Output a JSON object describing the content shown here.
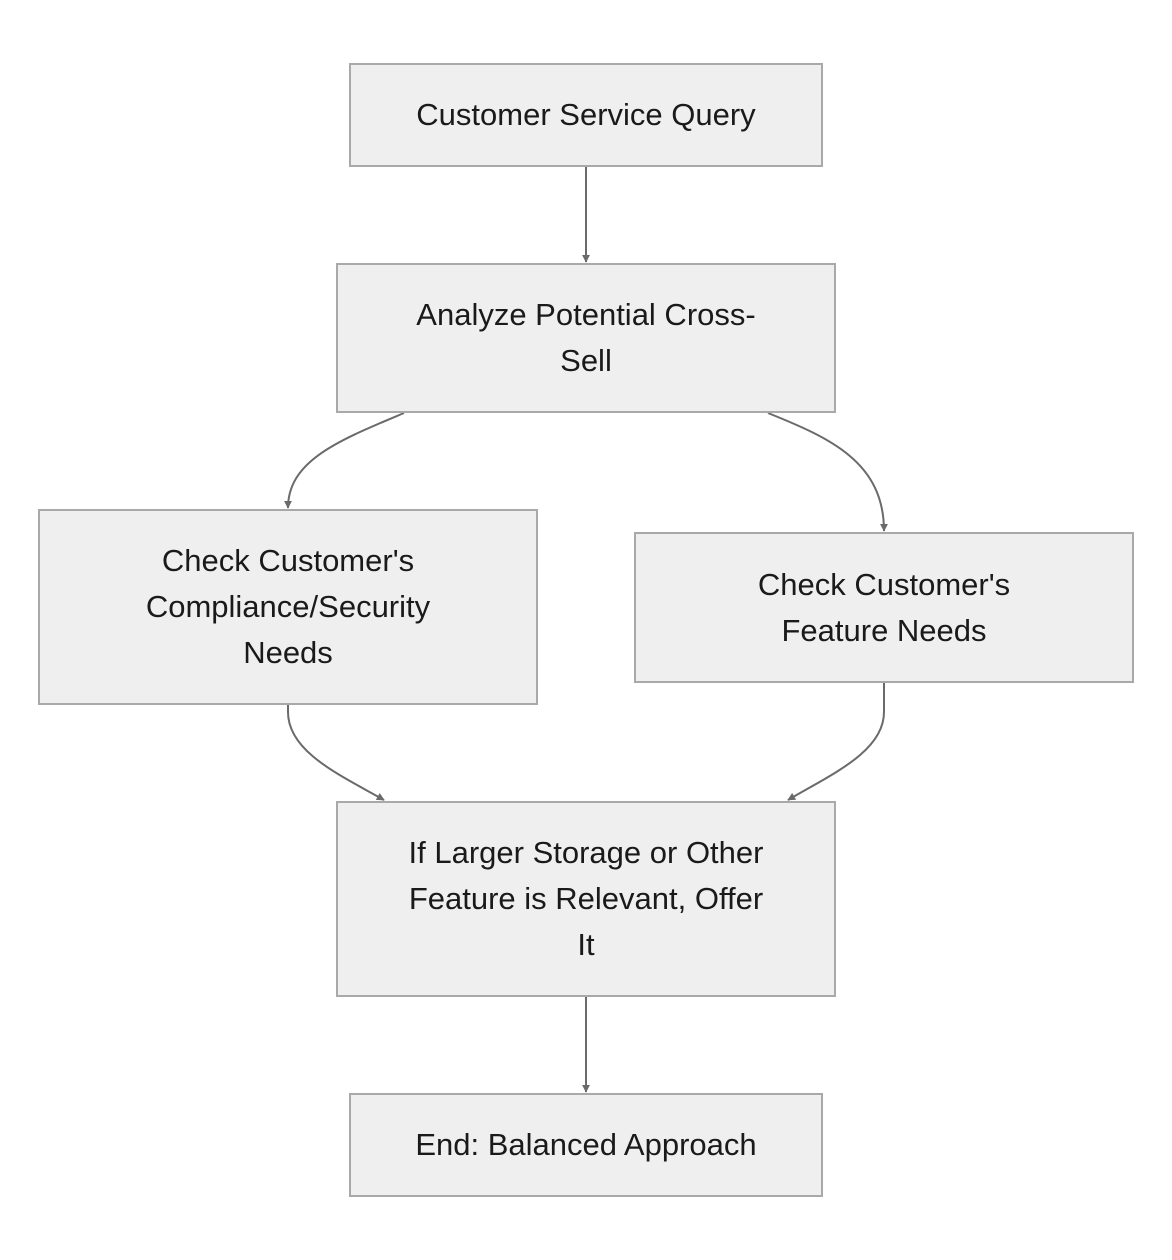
{
  "nodes": {
    "query": {
      "lines": [
        "Customer Service Query"
      ]
    },
    "analyze": {
      "lines": [
        "Analyze Potential Cross-",
        "Sell"
      ]
    },
    "compliance": {
      "lines": [
        "Check Customer's",
        "Compliance/Security",
        "Needs"
      ]
    },
    "feature": {
      "lines": [
        "Check Customer's",
        "Feature Needs"
      ]
    },
    "offer": {
      "lines": [
        "If Larger Storage or Other",
        "Feature is Relevant, Offer",
        "It"
      ]
    },
    "end": {
      "lines": [
        "End: Balanced Approach"
      ]
    }
  },
  "edges": [
    {
      "from": "query",
      "to": "analyze"
    },
    {
      "from": "analyze",
      "to": "compliance"
    },
    {
      "from": "analyze",
      "to": "feature"
    },
    {
      "from": "compliance",
      "to": "offer"
    },
    {
      "from": "feature",
      "to": "offer"
    },
    {
      "from": "offer",
      "to": "end"
    }
  ]
}
